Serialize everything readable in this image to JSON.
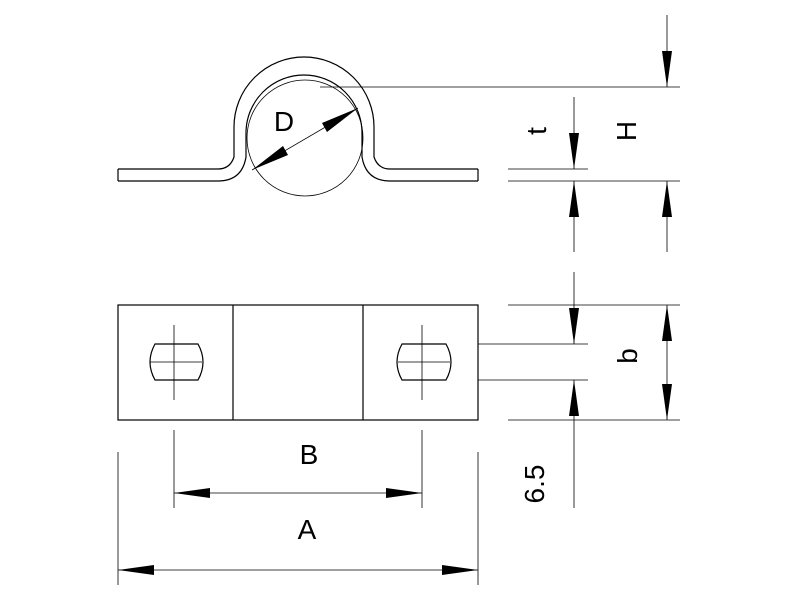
{
  "labels": {
    "D": "D",
    "t": "t",
    "H": "H",
    "b": "b",
    "B": "B",
    "A": "A",
    "dim_6_5": "6.5"
  }
}
